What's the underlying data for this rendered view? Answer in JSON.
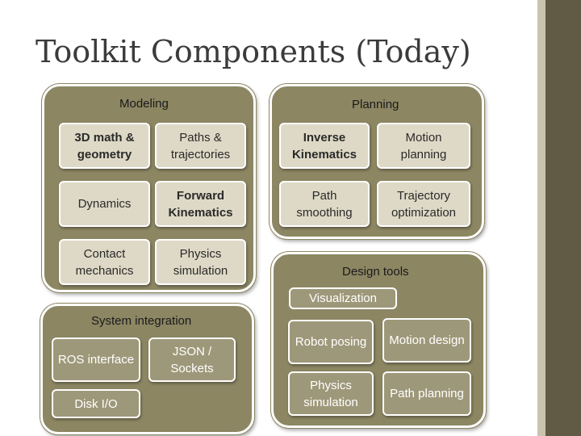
{
  "title": "Toolkit Components (Today)",
  "groups": {
    "modeling": {
      "label": "Modeling",
      "items": [
        "3D math & geometry",
        "Paths & trajectories",
        "Dynamics",
        "Forward Kinematics",
        "Contact mechanics",
        "Physics simulation"
      ]
    },
    "planning": {
      "label": "Planning",
      "items": [
        "Inverse Kinematics",
        "Motion planning",
        "Path smoothing",
        "Trajectory optimization"
      ]
    },
    "design_tools": {
      "label": "Design tools",
      "items": [
        "Visualization",
        "Robot posing",
        "Motion design",
        "Physics simulation",
        "Path planning"
      ]
    },
    "system_integration": {
      "label": "System integration",
      "items": [
        "ROS interface",
        "JSON / Sockets",
        "Disk I/O"
      ]
    }
  },
  "colors": {
    "group_fill": "#8c8663",
    "box_light": "#ded9c6",
    "box_dark": "#9e987a",
    "stripe_dark": "#615a45",
    "stripe_light": "#c9c4af"
  }
}
